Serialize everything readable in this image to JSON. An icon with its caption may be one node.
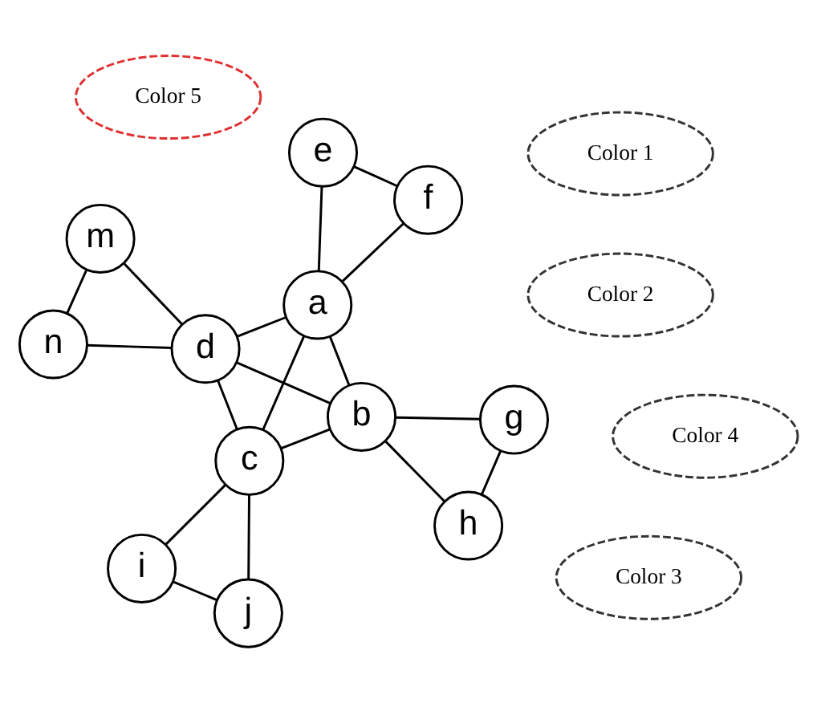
{
  "diagram": {
    "nodes": [
      {
        "text": [
          "Color 2"
        ]
      },
      {
        "text": [
          "i"
        ]
      },
      {
        "text": [
          "j"
        ]
      },
      {
        "text": [
          "c"
        ]
      },
      {
        "text": [
          "e"
        ]
      },
      {
        "text": [
          "g"
        ]
      },
      {
        "text": [
          "Color 1"
        ]
      },
      {
        "text": [
          "a"
        ]
      },
      {
        "text": [
          "Color 5"
        ]
      },
      {
        "text": [
          "b"
        ]
      },
      {
        "text": [
          "Color 3"
        ]
      },
      {
        "text": [
          "f"
        ]
      },
      {
        "text": [
          "h"
        ]
      },
      {
        "text": [
          "d"
        ]
      },
      {
        "text": [
          "m"
        ]
      },
      {
        "text": [
          "n"
        ]
      },
      {
        "text": [
          "Color 4"
        ]
      }
    ],
    "edges": [
      {
        "from": 1,
        "to": 2,
        "arrow": "none"
      },
      {
        "from": 1,
        "to": 3,
        "arrow": "none"
      },
      {
        "from": 2,
        "to": 3,
        "arrow": "none"
      },
      {
        "from": 4,
        "to": 11,
        "arrow": "none"
      },
      {
        "from": 4,
        "to": 7,
        "arrow": "none"
      },
      {
        "from": 11,
        "to": 7,
        "arrow": "none"
      },
      {
        "from": 5,
        "to": 12,
        "arrow": "none"
      },
      {
        "from": 5,
        "to": 9,
        "arrow": "none"
      },
      {
        "from": 12,
        "to": 9,
        "arrow": "none"
      },
      {
        "from": 3,
        "to": 7,
        "arrow": "none"
      },
      {
        "from": 3,
        "to": 9,
        "arrow": "none"
      },
      {
        "from": 3,
        "to": 13,
        "arrow": "none"
      },
      {
        "from": 7,
        "to": 9,
        "arrow": "none"
      },
      {
        "from": 7,
        "to": 13,
        "arrow": "none"
      },
      {
        "from": 9,
        "to": 13,
        "arrow": "none"
      },
      {
        "from": 13,
        "to": 14,
        "arrow": "none"
      },
      {
        "from": 13,
        "to": 15,
        "arrow": "none"
      },
      {
        "from": 14,
        "to": 15,
        "arrow": "none"
      }
    ]
  }
}
